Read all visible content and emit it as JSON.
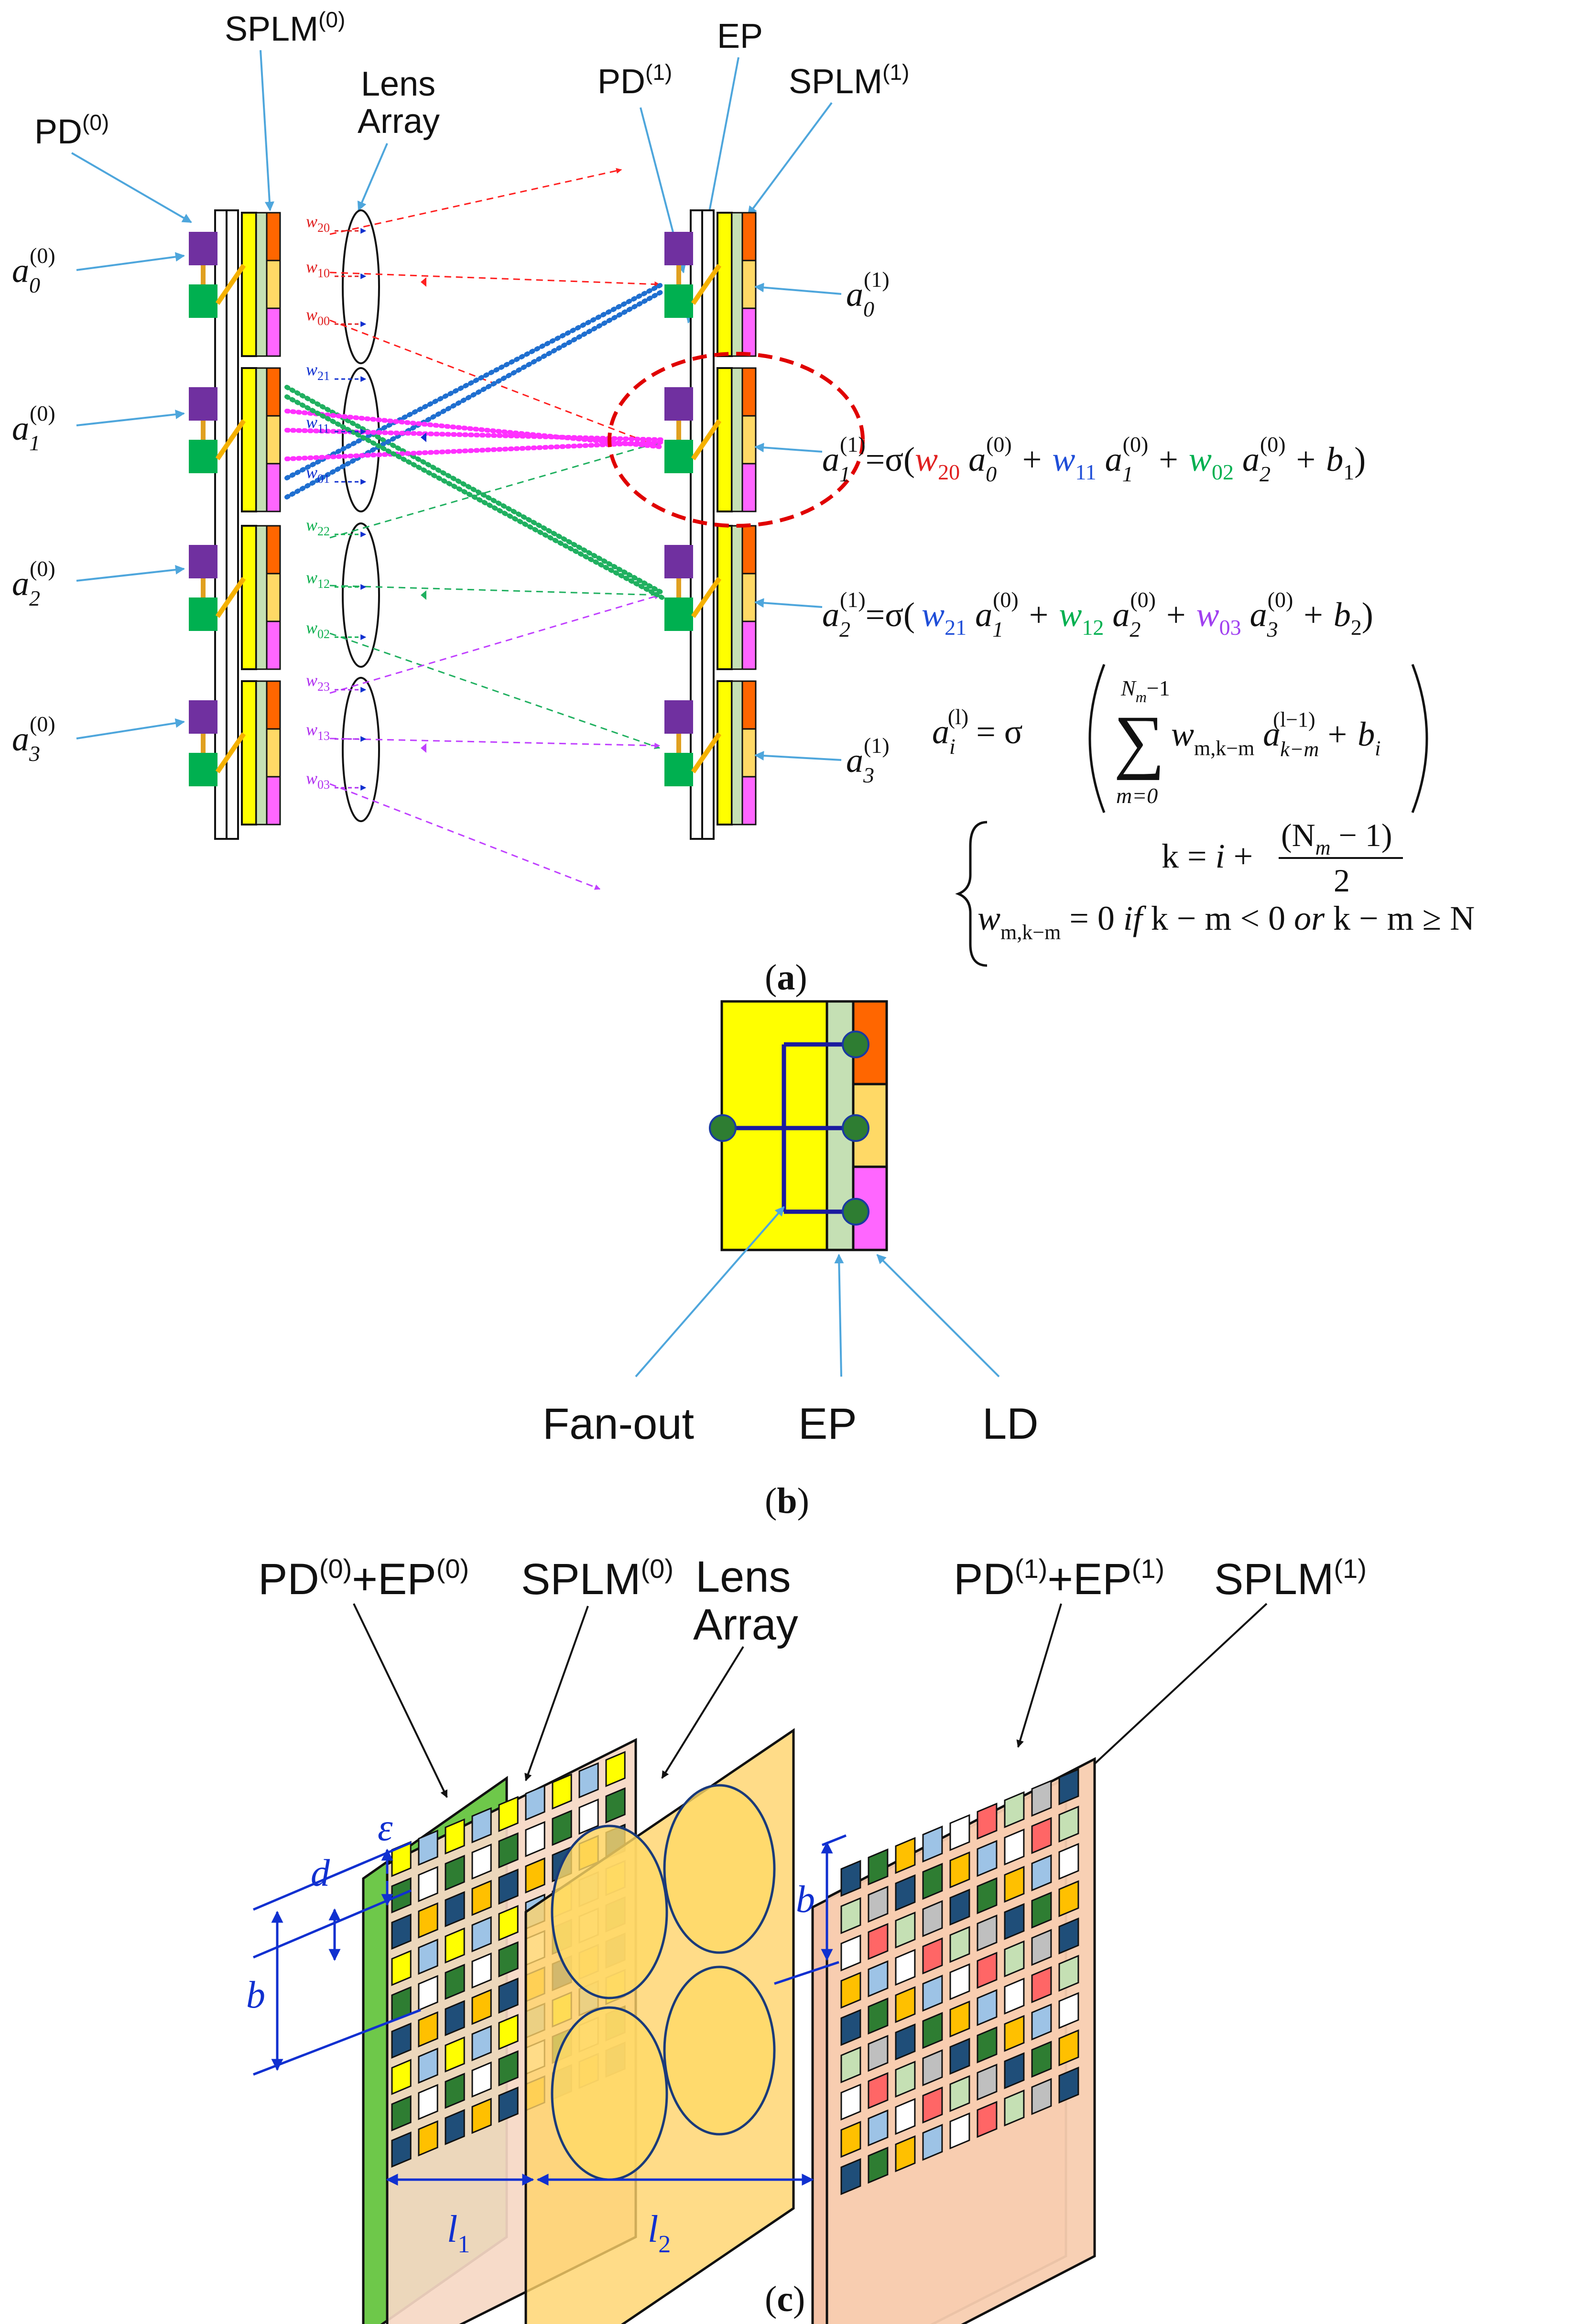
{
  "colors": {
    "purple": "#7030a0",
    "green": "#00b050",
    "yellow": "#ffff00",
    "orange": "#ff6600",
    "light_orange": "#ffd966",
    "pink": "#ff66ff",
    "light_green": "#c5e0b4",
    "red": "#ff0000",
    "blue": "#0070c0",
    "weight_red": "#e02020",
    "weight_blue": "#1030d0",
    "weight_green": "#10b050",
    "weight_violet": "#b030f0",
    "eq_blue": "#1f4ed8",
    "eq_green": "#00b050",
    "eq_violet": "#a040f0",
    "ellipse_red": "#e00000",
    "callout": "#4ea6dc",
    "tan": "#f2c6a8"
  },
  "panel_a": {
    "labels": {
      "splm0": "SPLM",
      "splm0_sup": "(0)",
      "lens_line1": "Lens",
      "lens_line2": "Array",
      "pd0": "PD",
      "pd0_sup": "(0)",
      "ep": "EP",
      "pd1": "PD",
      "pd1_sup": "(1)",
      "splm1": "SPLM",
      "splm1_sup": "(1)"
    },
    "inputs": [
      {
        "sym": "a",
        "sub": "0",
        "sup": "(0)"
      },
      {
        "sym": "a",
        "sub": "1",
        "sup": "(0)"
      },
      {
        "sym": "a",
        "sub": "2",
        "sup": "(0)"
      },
      {
        "sym": "a",
        "sub": "3",
        "sup": "(0)"
      }
    ],
    "outputs": [
      {
        "sym": "a",
        "sub": "0",
        "sup": "(1)"
      },
      {
        "sym": "a",
        "sub": "3",
        "sup": "(1)"
      }
    ],
    "weights": [
      {
        "text": "w",
        "sub": "20",
        "color": "weight_red"
      },
      {
        "text": "w",
        "sub": "10",
        "color": "weight_red"
      },
      {
        "text": "w",
        "sub": "00",
        "color": "weight_red"
      },
      {
        "text": "w",
        "sub": "21",
        "color": "weight_blue"
      },
      {
        "text": "w",
        "sub": "11",
        "color": "weight_blue"
      },
      {
        "text": "w",
        "sub": "01",
        "color": "weight_blue"
      },
      {
        "text": "w",
        "sub": "22",
        "color": "weight_green"
      },
      {
        "text": "w",
        "sub": "12",
        "color": "weight_green"
      },
      {
        "text": "w",
        "sub": "02",
        "color": "weight_green"
      },
      {
        "text": "w",
        "sub": "23",
        "color": "weight_violet"
      },
      {
        "text": "w",
        "sub": "13",
        "color": "weight_violet"
      },
      {
        "text": "w",
        "sub": "03",
        "color": "weight_violet"
      }
    ],
    "eq1": {
      "lhs": "a",
      "lhs_sub": "1",
      "lhs_sup": "(1)",
      "eq": "=σ(",
      "w1": "w",
      "w1_sub": "20",
      "a1_sub": "0",
      "a1_sup": "(0)",
      "plus1": "+",
      "w2": "w",
      "w2_sub": "11",
      "a2_sub": "1",
      "a2_sup": "(0)",
      "plus2": "+",
      "w3": "w",
      "w3_sub": "02",
      "a3_sub": "2",
      "a3_sup": "(0)",
      "plus3": "+",
      "b": "b",
      "b_sub": "1",
      "close": ")"
    },
    "eq2": {
      "lhs": "a",
      "lhs_sub": "2",
      "lhs_sup": "(1)",
      "eq": "=σ(",
      "w1": "w",
      "w1_sub": "21",
      "a1_sub": "1",
      "a1_sup": "(0)",
      "plus1": "+",
      "w2": "w",
      "w2_sub": "12",
      "a2_sub": "2",
      "a2_sup": "(0)",
      "plus2": "+",
      "w3": "w",
      "w3_sub": "03",
      "a3_sub": "3",
      "a3_sup": "(0)",
      "plus3": "+",
      "b": "b",
      "b_sub": "2",
      "close": ")"
    },
    "eq3": {
      "lhs": "a",
      "lhs_sub": "i",
      "lhs_sup": "(l)",
      "eq": "= σ",
      "sum_top": "N",
      "sum_top_sub": "m",
      "sum_top_rest": "−1",
      "sum_bottom": "m=0",
      "w": "w",
      "w_sub": "m,k−m",
      "a": "a",
      "a_sub": "k−m",
      "a_sup": "(l−1)",
      "plus": "+",
      "b": "b",
      "b_sub": "i"
    },
    "eq4": {
      "k": "k = ",
      "i": "i",
      "plus": " + ",
      "num": "(N",
      "num_sub": "m",
      "num_rest": " − 1)",
      "den": "2"
    },
    "eq5": {
      "w": "w",
      "w_sub": "m,k−m",
      "rest1": " = 0 ",
      "if": "if",
      "rest2": " k − m < 0 ",
      "or": "or",
      "rest3": " k − m ≥ N"
    },
    "caption_open": "(",
    "caption_letter": "a",
    "caption_close": ")"
  },
  "panel_b": {
    "fanout": "Fan-out",
    "ep": "EP",
    "ld": "LD",
    "caption_open": "(",
    "caption_letter": "b",
    "caption_close": ")"
  },
  "panel_c": {
    "pd0ep0_a": "PD",
    "pd0ep0_sup1": "(0)",
    "pd0ep0_b": "+EP",
    "pd0ep0_sup2": "(0)",
    "splm0": "SPLM",
    "splm0_sup": "(0)",
    "lens_line1": "Lens",
    "lens_line2": "Array",
    "pd1ep1_a": "PD",
    "pd1ep1_sup1": "(1)",
    "pd1ep1_b": "+EP",
    "pd1ep1_sup2": "(1)",
    "splm1": "SPLM",
    "splm1_sup": "(1)",
    "epsilon": "ε",
    "d": "d",
    "b_left": "b",
    "b_right": "b",
    "l1": "l",
    "l1_sub": "1",
    "l2": "l",
    "l2_sub": "2",
    "caption_open": "(",
    "caption_letter": "c",
    "caption_close": ")"
  }
}
